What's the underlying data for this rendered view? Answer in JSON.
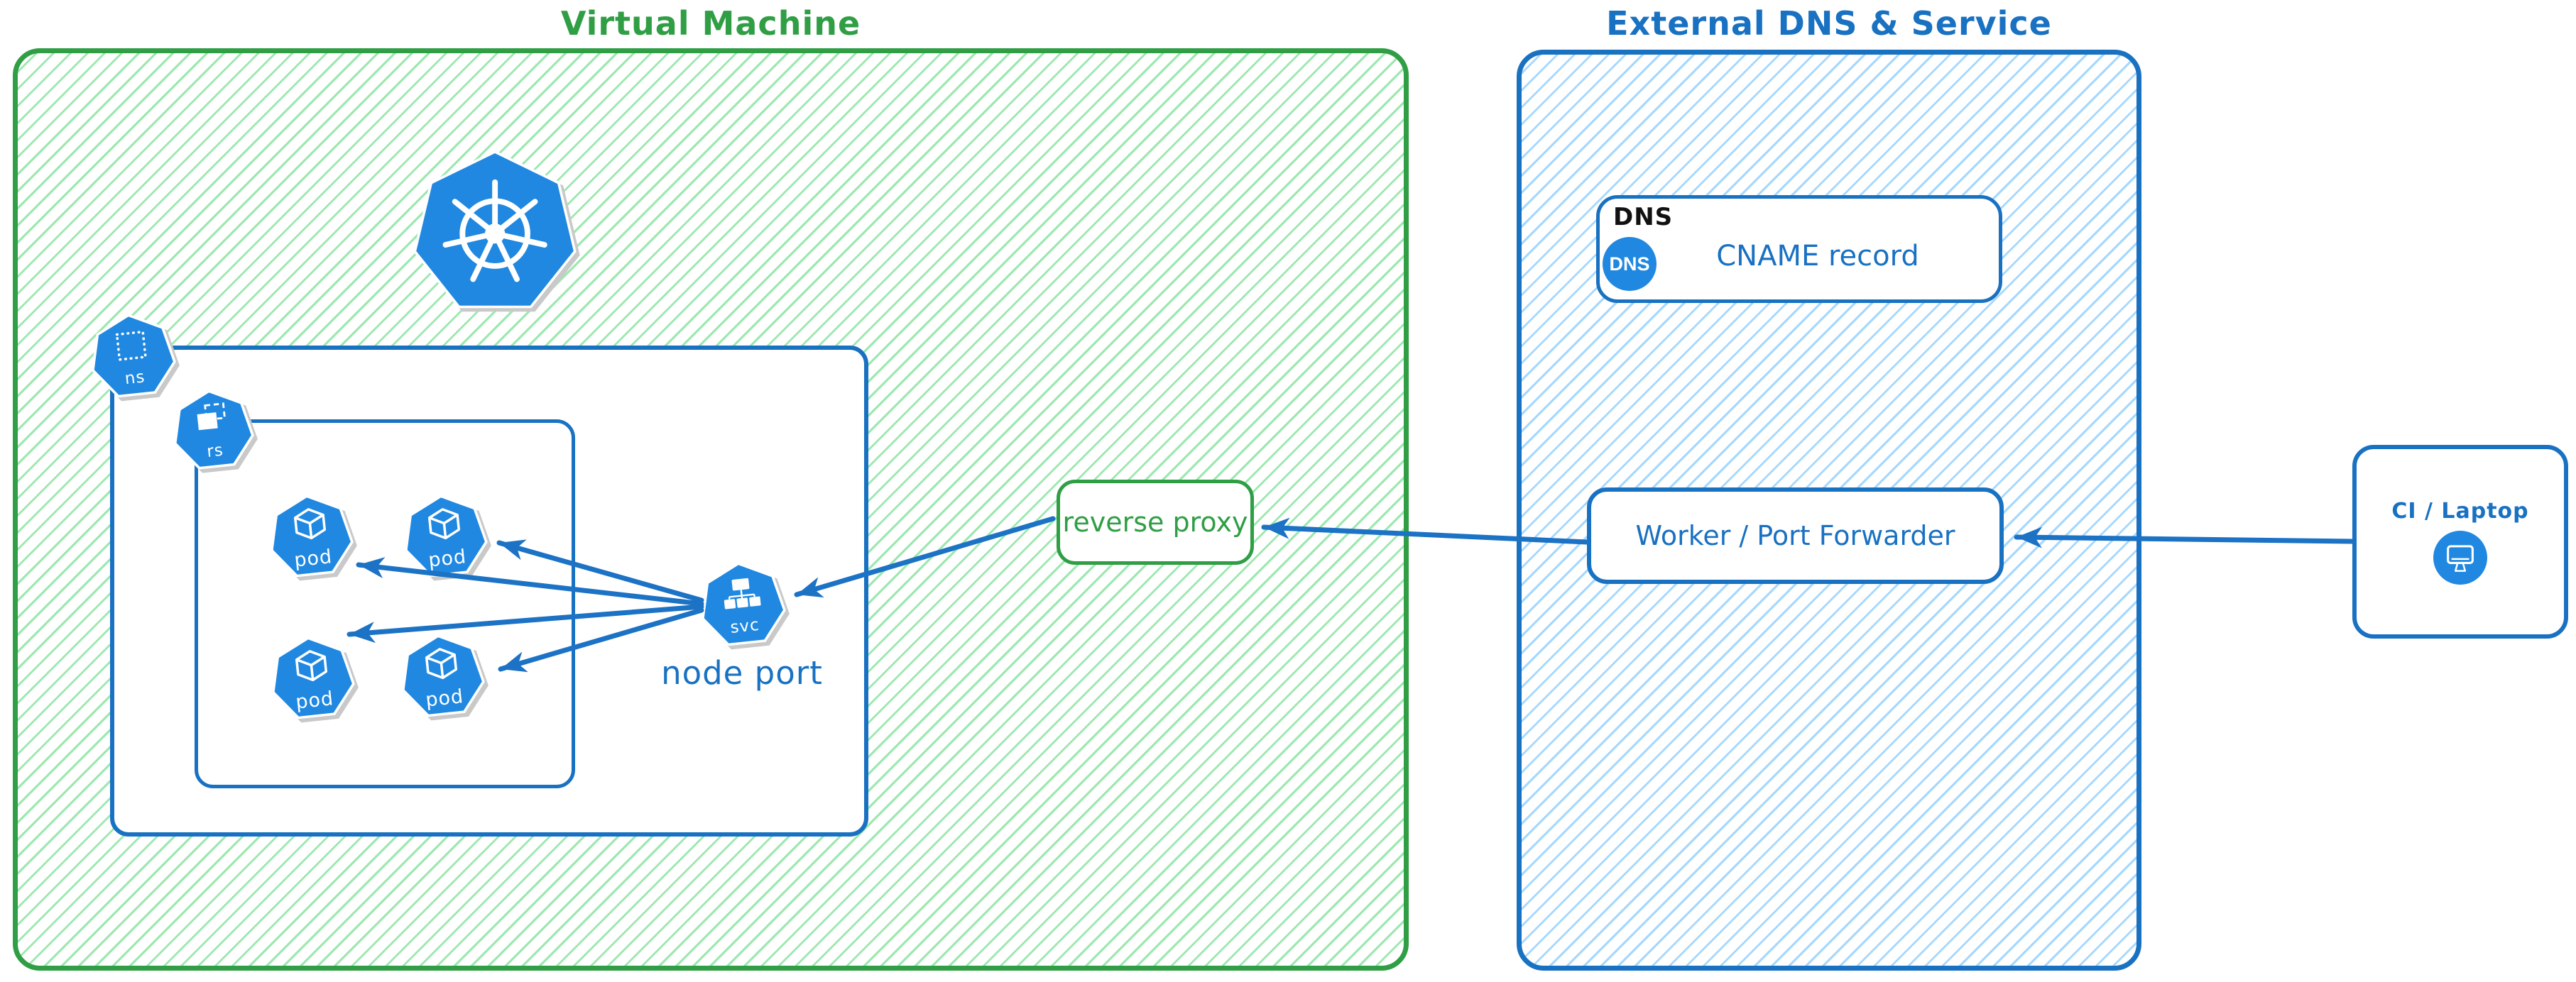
{
  "colors": {
    "green_border": "#2f9e44",
    "green_hatch": "#9ce8af",
    "green_text": "#2f9e44",
    "blue_border": "#1971c2",
    "blue_hatch": "#a5d8ff",
    "blue_text": "#1971c2",
    "icon_fill": "#2088e0",
    "arrow": "#1c72c4",
    "dns_header_text": "#111111"
  },
  "vm": {
    "title": "Virtual Machine",
    "kubernetes_logo_icon": "kubernetes-helm-wheel-icon",
    "namespace_icon_label": "ns",
    "replicaset_icon_label": "rs",
    "pods": [
      {
        "label": "pod"
      },
      {
        "label": "pod"
      },
      {
        "label": "pod"
      },
      {
        "label": "pod"
      }
    ],
    "service": {
      "icon_label": "svc",
      "caption": "node port"
    }
  },
  "reverse_proxy": {
    "label": "reverse proxy"
  },
  "external": {
    "title": "External DNS & Service",
    "dns_card": {
      "header": "DNS",
      "badge": "DNS",
      "label": "CNAME record"
    },
    "worker": {
      "label": "Worker / Port Forwarder"
    }
  },
  "client": {
    "label": "CI / Laptop",
    "icon": "monitor-icon"
  }
}
